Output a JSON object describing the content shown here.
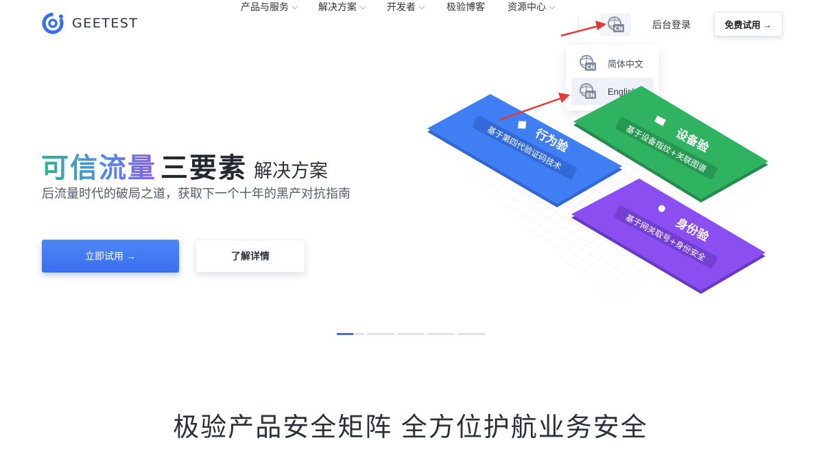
{
  "header": {
    "logo_text": "GEETEST",
    "nav": [
      {
        "label": "产品与服务",
        "has_dropdown": true
      },
      {
        "label": "解决方案",
        "has_dropdown": true
      },
      {
        "label": "开发者",
        "has_dropdown": true
      },
      {
        "label": "极验博客",
        "has_dropdown": false
      },
      {
        "label": "资源中心",
        "has_dropdown": true
      }
    ],
    "lang_icon_label": "CN",
    "login": "后台登录",
    "trial": "免费试用 →"
  },
  "lang_dropdown": {
    "items": [
      {
        "icon_label": "CN",
        "label": "简体中文"
      },
      {
        "icon_label": "EN",
        "label": "English",
        "hovered": true
      }
    ]
  },
  "hero": {
    "title_gradient": "可信流量",
    "title_dark": "三要素",
    "title_light": "解决方案",
    "subtitle": "后流量时代的破局之道，获取下一个十年的黑产对抗指南",
    "primary_cta": "立即试用 →",
    "secondary_cta": "了解详情"
  },
  "cards": [
    {
      "title": "行为验",
      "desc": "基于第四代验证码技术",
      "color": "#3f7ef3"
    },
    {
      "title": "设备验",
      "desc": "基于设备指纹+关联图谱",
      "color": "#2fb360"
    },
    {
      "title": "身份验",
      "desc": "基于网关取号+身份安全",
      "color": "#8b4ef0"
    }
  ],
  "carousel": {
    "count": 5,
    "active": 0
  },
  "section": {
    "title": "极验产品安全矩阵  全方位护航业务安全"
  },
  "colors": {
    "accent": "#3a6ef0",
    "annotation": "#e53935"
  }
}
